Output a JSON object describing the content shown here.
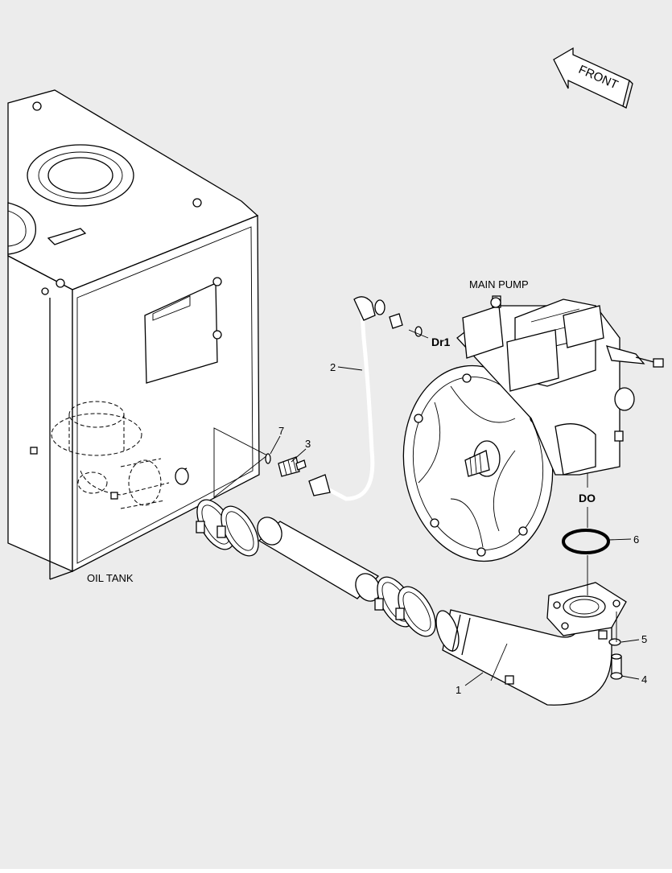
{
  "labels": {
    "front": "FRONT",
    "main_pump": "MAIN PUMP",
    "oil_tank": "OIL TANK",
    "port_dr1": "Dr1",
    "port_do": "DO"
  },
  "callouts": {
    "c1": "1",
    "c2": "2",
    "c3": "3",
    "c4": "4",
    "c5": "5",
    "c6": "6",
    "c7": "7"
  }
}
